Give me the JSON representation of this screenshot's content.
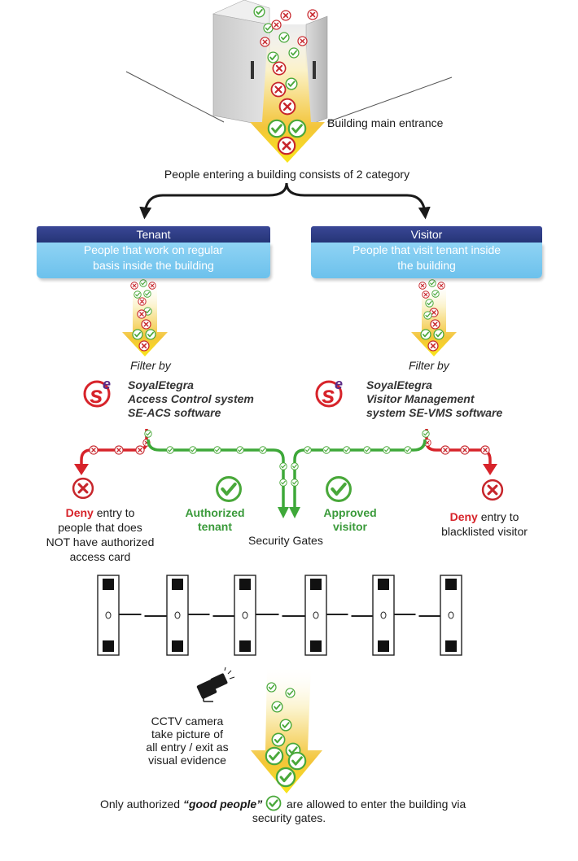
{
  "entrance_label": "Building main entrance",
  "category_label": "People entering a building consists of 2 category",
  "tenant": {
    "title": "Tenant",
    "description_line1": "People that work on regular",
    "description_line2": "basis inside the building",
    "filter_label": "Filter by",
    "system_line1": "SoyalEtegra",
    "system_line2": "Access Control system",
    "system_line3": "SE-ACS software",
    "deny_word": "Deny",
    "deny_line1": "entry to",
    "deny_line2": "people that does",
    "deny_line3": "NOT have authorized",
    "deny_line4": "access card",
    "ok_line1": "Authorized",
    "ok_line2": "tenant"
  },
  "visitor": {
    "title": "Visitor",
    "description_line1": "People that visit tenant inside",
    "description_line2": "the building",
    "filter_label": "Filter by",
    "system_line1": "SoyalEtegra",
    "system_line2": "Visitor Management",
    "system_line3": "system SE-VMS software",
    "deny_word": "Deny",
    "deny_line1": "entry to",
    "deny_line2": "blacklisted visitor",
    "ok_line1": "Approved",
    "ok_line2": "visitor"
  },
  "security_gates_label": "Security Gates",
  "cctv": {
    "line1": "CCTV camera",
    "line2": "take picture of",
    "line3": "all entry / exit as",
    "line4": "visual evidence"
  },
  "footer": {
    "text_before": "Only authorized",
    "emphasis": "“good people”",
    "text_after": "are allowed to enter the building via",
    "line2": "security gates."
  },
  "colors": {
    "header_blue": "#2b3a80",
    "box_blue": "#7ccaf0",
    "se_orange": "#f7a781",
    "approve_green": "#3a9a3a",
    "deny_red": "#d7232a",
    "funnel_yellow": "#f5e81a",
    "check_green": "#4aa83a"
  },
  "icons": [
    "check-icon",
    "cross-icon",
    "se-logo-icon",
    "camera-icon",
    "turnstile-icon"
  ]
}
